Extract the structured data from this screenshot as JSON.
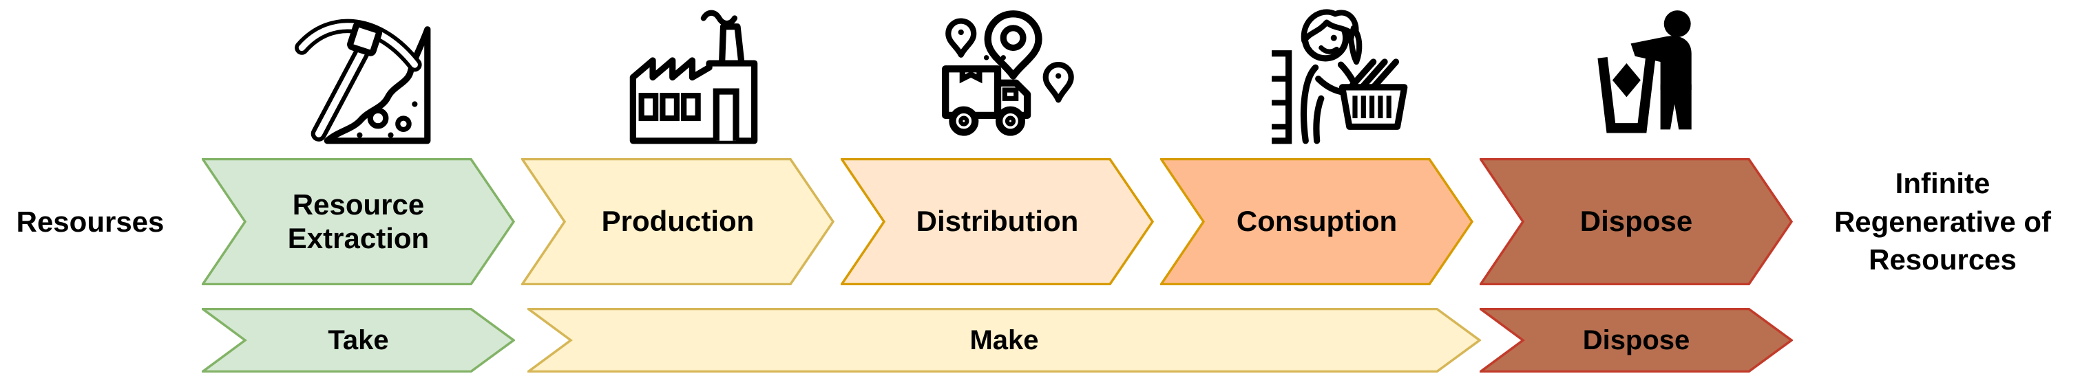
{
  "diagram": {
    "left_label": "Resourses",
    "right_label": "Infinite Regenerative of Resources",
    "right_label_lines": [
      "Infinite",
      "Regenerative of",
      "Resources"
    ],
    "stages": [
      {
        "label": "Resource Extraction",
        "icon": "pickaxe-mining-icon",
        "fill": "#d5e8d4",
        "stroke": "#82b366"
      },
      {
        "label": "Production",
        "icon": "factory-icon",
        "fill": "#fff2cc",
        "stroke": "#d6b656"
      },
      {
        "label": "Distribution",
        "icon": "delivery-truck-location-icon",
        "fill": "#ffe6cc",
        "stroke": "#d79b00"
      },
      {
        "label": "Consuption",
        "icon": "shopper-basket-icon",
        "fill": "#ffbb90",
        "stroke": "#d79b00"
      },
      {
        "label": "Dispose",
        "icon": "litter-disposal-icon",
        "fill": "#b87050",
        "stroke": "#c23b2a"
      }
    ],
    "phases": [
      {
        "label": "Take",
        "fill": "#d5e8d4",
        "stroke": "#82b366"
      },
      {
        "label": "Make",
        "fill": "#fff2cc",
        "stroke": "#d6b656"
      },
      {
        "label": "Dispose",
        "fill": "#b87050",
        "stroke": "#c23b2a"
      }
    ]
  }
}
